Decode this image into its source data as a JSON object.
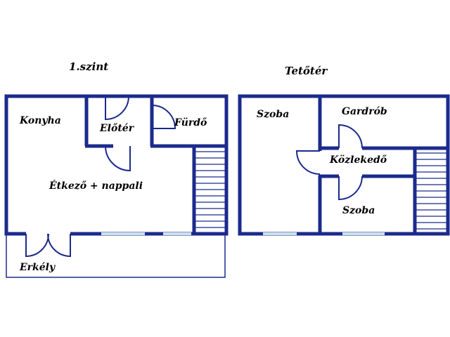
{
  "colors": {
    "wall": "#1b2a8c",
    "window": "#c9e0ec",
    "background": "#ffffff",
    "text": "#000000"
  },
  "floor1": {
    "title": "1.szint",
    "rooms": {
      "kitchen": "Konyha",
      "hall": "Előtér",
      "bath": "Fürdő",
      "living": "Étkező + nappali",
      "balcony": "Erkély"
    }
  },
  "attic": {
    "title": "Tetőtér",
    "rooms": {
      "room_left": "Szoba",
      "wardrobe": "Gardrób",
      "corridor": "Közlekedő",
      "room_right": "Szoba"
    }
  }
}
